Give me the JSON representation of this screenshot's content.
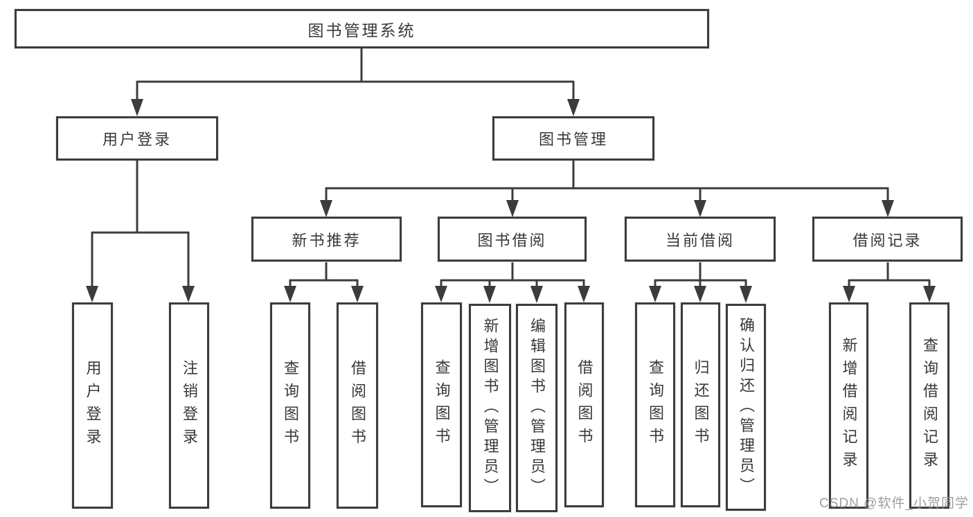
{
  "chart": {
    "root": {
      "label": "图书管理系统"
    },
    "children": [
      {
        "label": "用户登录",
        "children": [
          {
            "label": "用户登录"
          },
          {
            "label": "注销登录"
          }
        ]
      },
      {
        "label": "图书管理",
        "children": [
          {
            "label": "新书推荐",
            "children": [
              {
                "label": "查询图书"
              },
              {
                "label": "借阅图书"
              }
            ]
          },
          {
            "label": "图书借阅",
            "children": [
              {
                "label": "查询图书"
              },
              {
                "label": "新增图书（管理员）"
              },
              {
                "label": "编辑图书（管理员）"
              },
              {
                "label": "借阅图书"
              }
            ]
          },
          {
            "label": "当前借阅",
            "children": [
              {
                "label": "查询图书"
              },
              {
                "label": "归还图书"
              },
              {
                "label": "确认归还（管理员）"
              }
            ]
          },
          {
            "label": "借阅记录",
            "children": [
              {
                "label": "新增借阅记录"
              },
              {
                "label": "查询借阅记录"
              }
            ]
          }
        ]
      }
    ],
    "line_color": "#3c3c3c",
    "background": "#ffffff"
  },
  "watermark": "CSDN @软件_小贺同学"
}
